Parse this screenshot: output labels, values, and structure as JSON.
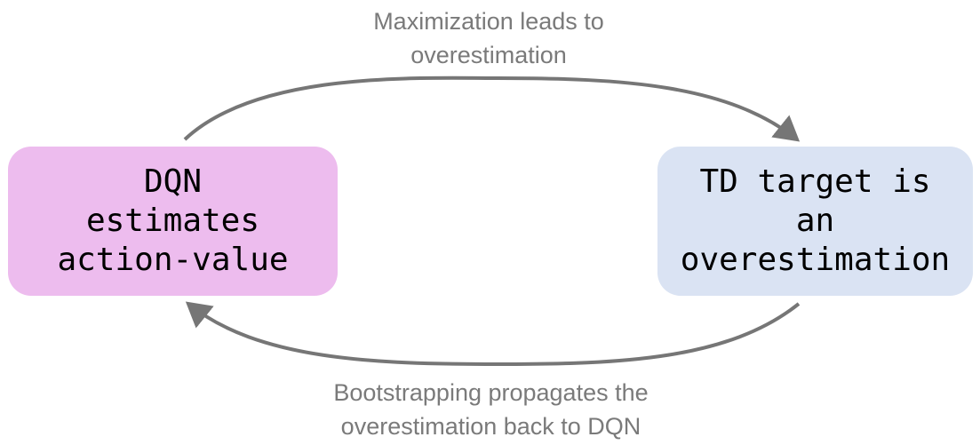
{
  "diagram": {
    "left_box": {
      "lines": [
        "DQN",
        "estimates",
        "action-value"
      ],
      "color": "#edbcee"
    },
    "right_box": {
      "lines": [
        "TD target is",
        "an",
        "overestimation"
      ],
      "color": "#dae3f3"
    },
    "top_label": {
      "lines": [
        "Maximization leads to",
        "overestimation"
      ]
    },
    "bottom_label": {
      "lines": [
        "Bootstrapping propagates the",
        "overestimation back to DQN"
      ]
    },
    "arrow_color": "#767676",
    "label_color": "#7a7a7a"
  }
}
